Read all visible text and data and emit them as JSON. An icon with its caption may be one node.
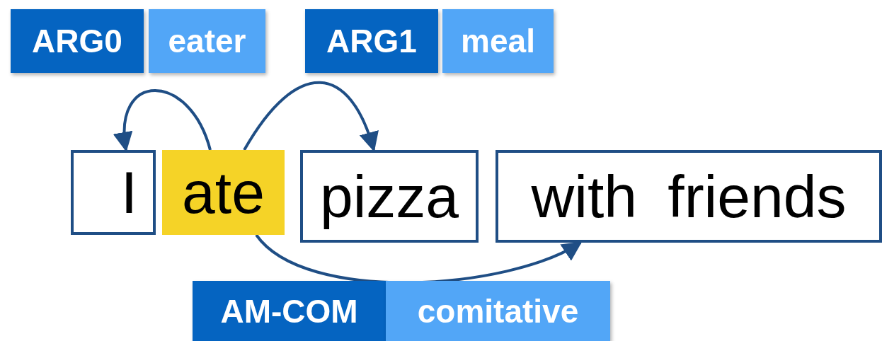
{
  "diagram": {
    "nodes": [
      {
        "text": [
          "ARG0"
        ]
      },
      {
        "text": [
          "eater"
        ]
      },
      {
        "text": [
          "ARG1"
        ]
      },
      {
        "text": [
          "meal"
        ]
      },
      {
        "text": [
          "I"
        ]
      },
      {
        "text": [
          "ate"
        ]
      },
      {
        "text": [
          "pizza"
        ]
      },
      {
        "text": [
          "with friends"
        ]
      },
      {
        "text": [
          "AM-COM"
        ]
      },
      {
        "text": [
          "comitative"
        ]
      }
    ],
    "edges": [
      {
        "from": 5,
        "to": 4,
        "arrow": "to"
      },
      {
        "from": 5,
        "to": 6,
        "arrow": "to"
      },
      {
        "from": 5,
        "to": 7,
        "arrow": "to"
      }
    ]
  }
}
